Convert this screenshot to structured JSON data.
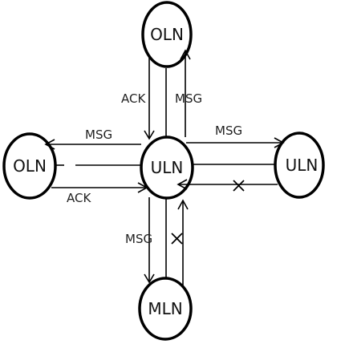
{
  "nodes": {
    "top": "OLN",
    "left": "OLN",
    "center": "ULN",
    "right": "ULN",
    "bottom": "MLN"
  },
  "edges": {
    "center_to_top": "ACK",
    "top_to_center": "MSG",
    "center_to_left": "MSG",
    "left_to_center": "ACK",
    "center_to_right": "MSG",
    "center_to_bottom": "MSG"
  }
}
